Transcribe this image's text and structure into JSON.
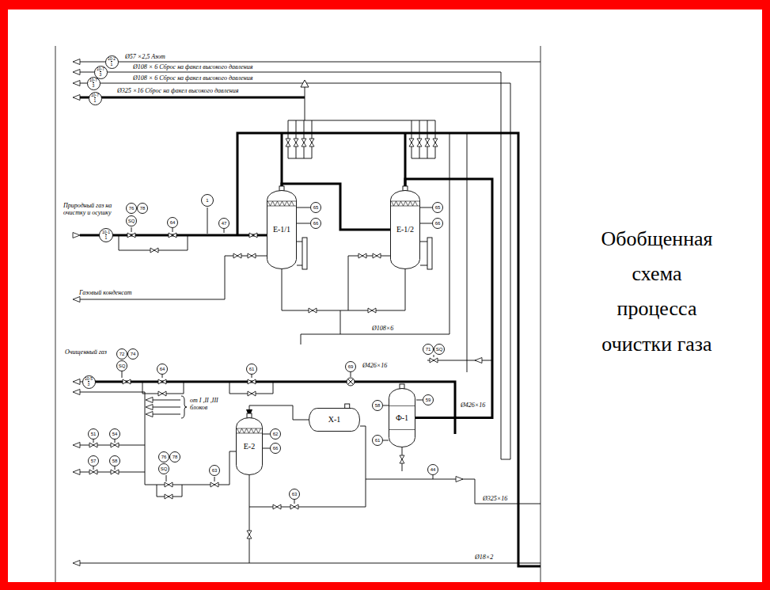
{
  "diagram": {
    "title": "Обобщенная схема процесса очистки газа",
    "nodes": [
      {
        "text": [
          "10-2",
          "1"
        ]
      },
      {
        "text": [
          "10-7",
          "3"
        ]
      },
      {
        "text": [
          "10-7",
          "3"
        ]
      },
      {
        "text": [
          "10-7",
          "1"
        ]
      },
      {
        "text": [
          "76"
        ]
      },
      {
        "text": [
          "78"
        ]
      },
      {
        "text": [
          "SQ"
        ]
      },
      {
        "text": [
          "64"
        ]
      },
      {
        "text": [
          "1"
        ]
      },
      {
        "text": [
          "47"
        ]
      },
      {
        "text": [
          "10-1",
          "1"
        ]
      },
      {
        "text": [
          "Е-1/1"
        ]
      },
      {
        "text": [
          "65"
        ]
      },
      {
        "text": [
          "66"
        ]
      },
      {
        "text": [
          "Е-1/2"
        ]
      },
      {
        "text": [
          "65"
        ]
      },
      {
        "text": [
          "66"
        ]
      },
      {
        "text": [
          "72"
        ]
      },
      {
        "text": [
          "74"
        ]
      },
      {
        "text": [
          "SQ"
        ]
      },
      {
        "text": [
          "64"
        ]
      },
      {
        "text": [
          "61"
        ]
      },
      {
        "text": [
          "69"
        ]
      },
      {
        "text": [
          "71"
        ]
      },
      {
        "text": [
          "SQ"
        ]
      },
      {
        "text": [
          "10-5",
          "3"
        ]
      },
      {
        "text": [
          "59"
        ]
      },
      {
        "text": [
          "58"
        ]
      },
      {
        "text": [
          "Ф-1"
        ]
      },
      {
        "text": [
          "Х-1"
        ]
      },
      {
        "text": [
          "Е-2"
        ]
      },
      {
        "text": [
          "51"
        ]
      },
      {
        "text": [
          "54"
        ]
      },
      {
        "text": [
          "62"
        ]
      },
      {
        "text": [
          "61"
        ]
      },
      {
        "text": [
          "66"
        ]
      },
      {
        "text": [
          "76"
        ]
      },
      {
        "text": [
          "78"
        ]
      },
      {
        "text": [
          "57"
        ]
      },
      {
        "text": [
          "58"
        ]
      },
      {
        "text": [
          "SQ"
        ]
      },
      {
        "text": [
          "63"
        ]
      },
      {
        "text": [
          "44"
        ]
      },
      {
        "text": [
          "63"
        ]
      }
    ],
    "edges": [
      {
        "from": 11,
        "to": 14,
        "arrow": "none"
      },
      {
        "from": 14,
        "to": 28,
        "arrow": "none"
      },
      {
        "from": 29,
        "to": 30,
        "arrow": "to"
      }
    ],
    "labels": [
      "Ø57 ×2,5 Азот",
      "Ø108 × 6 Сброс на факел высокого давления",
      "Ø108 × 6 Сброс на факел высокого давления",
      "Ø325 ×16 Сброс на факел высокого давления",
      "Природный газ на очистку и осушку",
      "Газовый конденсат",
      "Ø108×6",
      "Очищенный газ",
      "Ø426×16",
      "Ø426×16",
      "от I ,II ,III блоков",
      "Ø325×16",
      "Ø18×2"
    ]
  }
}
